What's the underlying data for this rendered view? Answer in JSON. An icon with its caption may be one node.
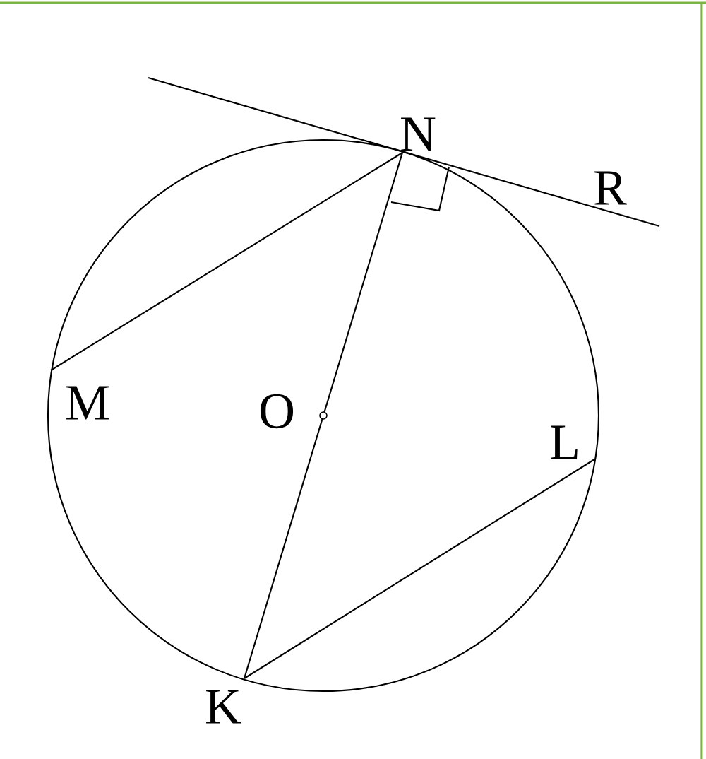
{
  "diagram": {
    "labels": [
      "N",
      "R",
      "M",
      "O",
      "L",
      "K"
    ]
  }
}
